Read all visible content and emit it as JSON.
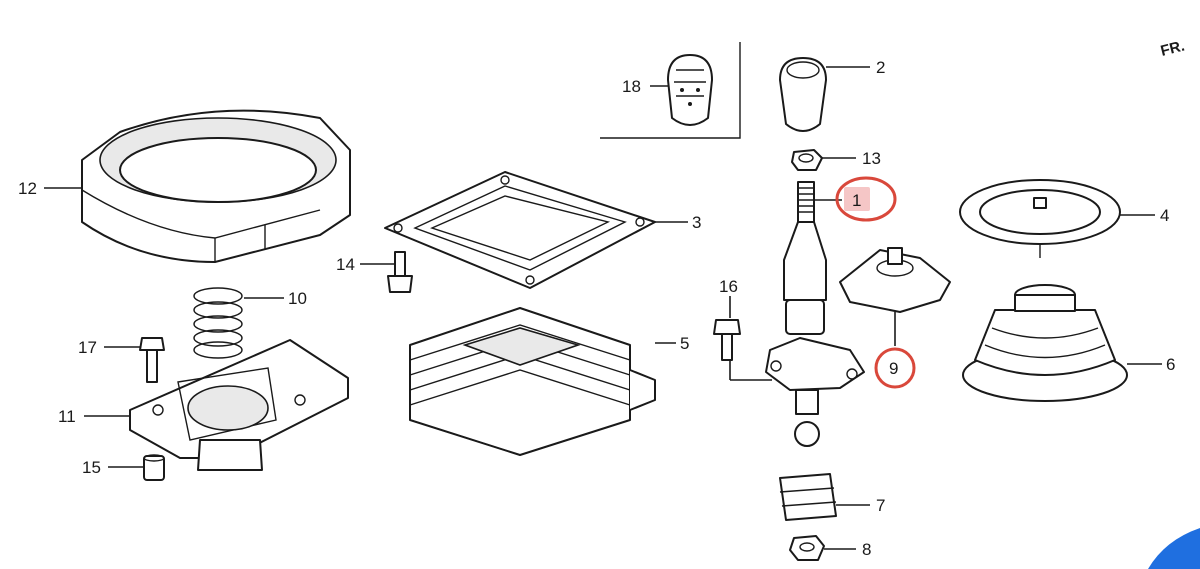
{
  "orientation_mark": "FR.",
  "highlight_color": "#d9483b",
  "highlight_fill": "#f5c6c6",
  "accent_blue": "#1f6fe0",
  "callouts": [
    {
      "id": "c1",
      "label": "1",
      "highlighted": true
    },
    {
      "id": "c2",
      "label": "2"
    },
    {
      "id": "c3",
      "label": "3"
    },
    {
      "id": "c4",
      "label": "4"
    },
    {
      "id": "c5",
      "label": "5"
    },
    {
      "id": "c6",
      "label": "6"
    },
    {
      "id": "c7",
      "label": "7"
    },
    {
      "id": "c8",
      "label": "8"
    },
    {
      "id": "c9",
      "label": "9",
      "highlighted": true
    },
    {
      "id": "c10",
      "label": "10"
    },
    {
      "id": "c11",
      "label": "11"
    },
    {
      "id": "c12",
      "label": "12"
    },
    {
      "id": "c13",
      "label": "13"
    },
    {
      "id": "c14",
      "label": "14"
    },
    {
      "id": "c15",
      "label": "15"
    },
    {
      "id": "c16",
      "label": "16"
    },
    {
      "id": "c17",
      "label": "17"
    },
    {
      "id": "c18",
      "label": "18"
    }
  ]
}
